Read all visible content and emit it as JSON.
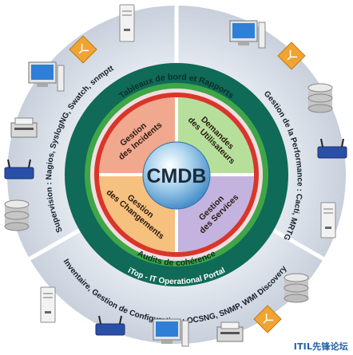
{
  "center": {
    "label": "CMDB"
  },
  "inner_quadrants": [
    {
      "id": "incidents",
      "lines": [
        "Gestion",
        "des Incidents"
      ],
      "color": "#f0a88e"
    },
    {
      "id": "demandes",
      "lines": [
        "Demandes",
        "des Utilisateurs"
      ],
      "color": "#b7df9c"
    },
    {
      "id": "services",
      "lines": [
        "Gestion",
        "des Services"
      ],
      "color": "#c4b3de"
    },
    {
      "id": "changements",
      "lines": [
        "Gestion",
        "des Changements"
      ],
      "color": "#f6c07e"
    }
  ],
  "dark_ring": {
    "top_label": "Tableaux de bord et Rapports",
    "bottom_label": "Audits de cohérence",
    "portal_label": "iTop - IT Operational Portal"
  },
  "outer_sectors": {
    "supervision": "Supervision : Nagios, SyslogNG, Swatch, snmptt",
    "performance": "Gestion de la Performance : Cacti, MRTG",
    "inventaire": "Inventaire, Gestion de Configuration : OCSNG, SNMP, WMI Discovery"
  },
  "watermark": "ITIL先锋论坛",
  "colors": {
    "outer_ring": "#d5dbe4",
    "dark_ring": "#0f6a57",
    "green_ring": "#3fa648",
    "pink_ring": "#f3dde2",
    "red_ring": "#d9362a"
  },
  "icons": [
    "server-icon",
    "monitor-icon",
    "printer-icon",
    "router-icon",
    "database-icon",
    "network-diagram-icon"
  ]
}
